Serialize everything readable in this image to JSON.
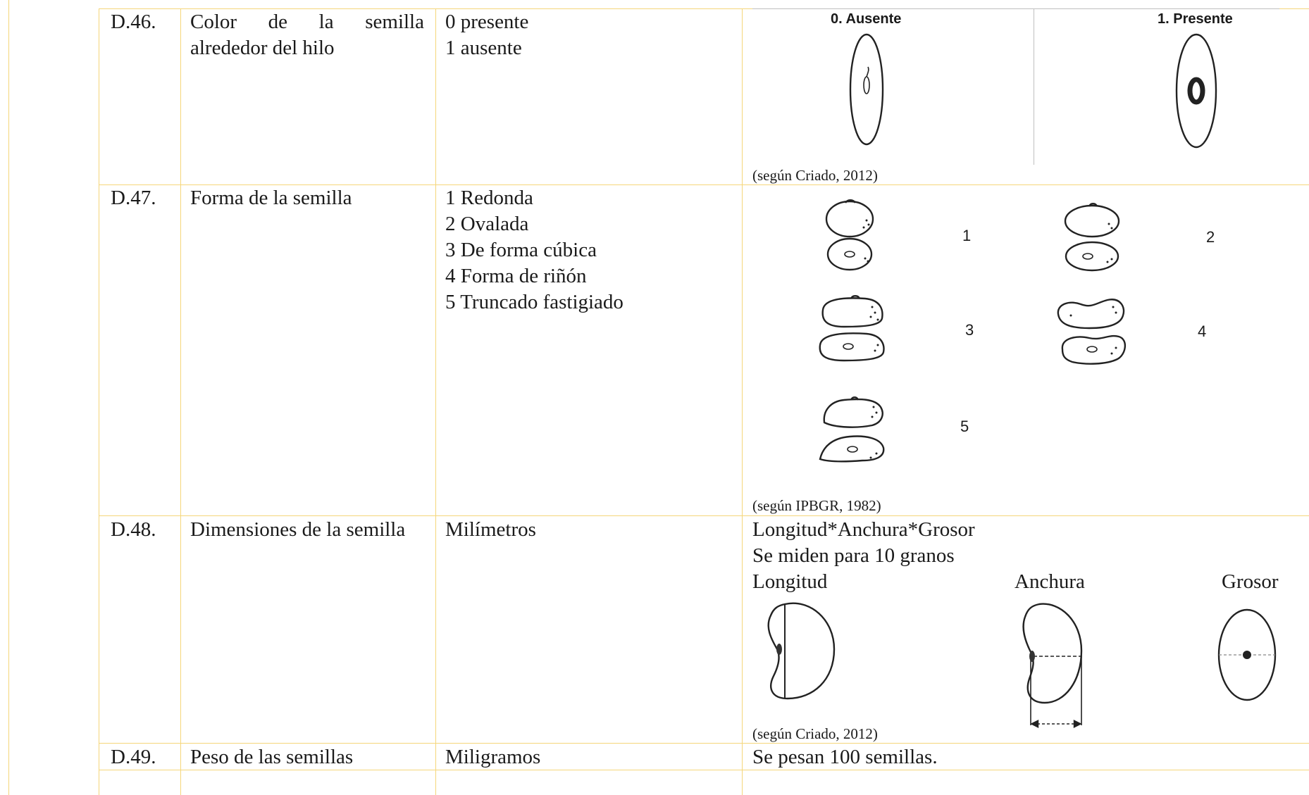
{
  "rows": [
    {
      "code": "D.46.",
      "name_line1": "Color de la semilla",
      "name_line2": "alrededor del hilo",
      "values": [
        "0 presente",
        "1 ausente"
      ],
      "figure": {
        "label_left": "0. Ausente",
        "label_right": "1. Presente",
        "source": "(según Criado, 2012)"
      }
    },
    {
      "code": "D.47.",
      "name": "Forma de la semilla",
      "values": [
        "1 Redonda",
        "2 Ovalada",
        "3 De forma cúbica",
        "4 Forma de riñón",
        "5 Truncado fastigiado"
      ],
      "figure": {
        "numbers": [
          "1",
          "2",
          "3",
          "4",
          "5"
        ],
        "source": "(según IPBGR, 1982)"
      }
    },
    {
      "code": "D.48.",
      "name": "Dimensiones de la semilla",
      "value": "Milímetros",
      "description": [
        "Longitud*Anchura*Grosor",
        "Se miden para 10 granos"
      ],
      "labels": [
        "Longitud",
        "Anchura",
        "Grosor"
      ],
      "source": "(según Criado, 2012)"
    },
    {
      "code": "D.49.",
      "name": "Peso de las semillas",
      "value": "Miligramos",
      "description": "Se pesan 100 semillas."
    }
  ]
}
